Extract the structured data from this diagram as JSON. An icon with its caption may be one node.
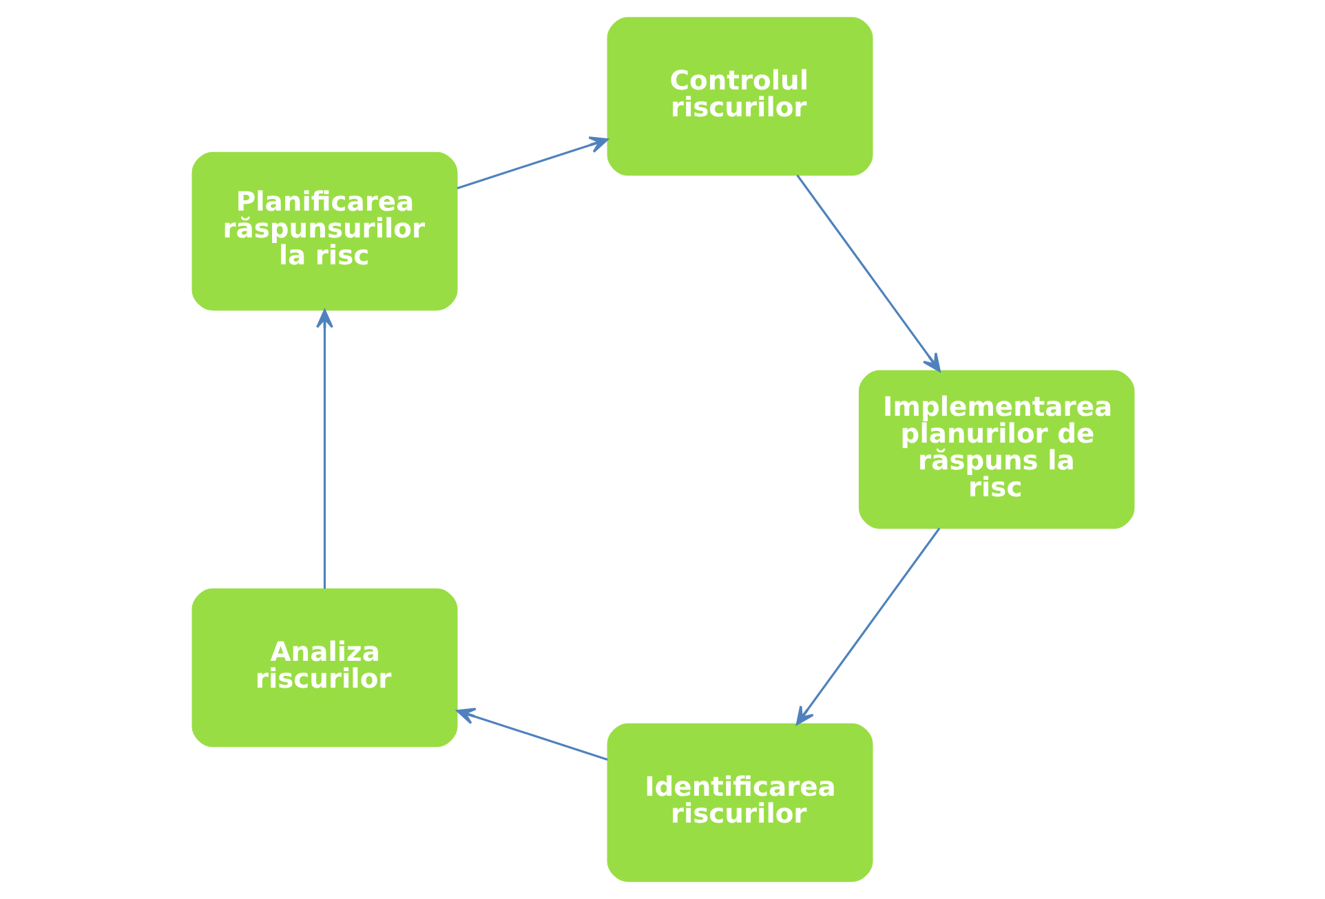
{
  "diagram": {
    "nodes": [
      {
        "text": [
          "Identificarea riscurilor"
        ]
      },
      {
        "text": [
          "Analiza riscurilor"
        ]
      },
      {
        "text": [
          "Planificarea răspunsurilor la risc"
        ]
      },
      {
        "text": [
          "Controlul riscurilor"
        ]
      },
      {
        "text": [
          "Implementarea planurilor de răspuns la risc"
        ]
      }
    ],
    "edges": [
      {
        "from": 0,
        "to": 1,
        "arrow": "to"
      },
      {
        "from": 1,
        "to": 2,
        "arrow": "to"
      },
      {
        "from": 2,
        "to": 3,
        "arrow": "to"
      },
      {
        "from": 3,
        "to": 4,
        "arrow": "to"
      },
      {
        "from": 4,
        "to": 0,
        "arrow": "to"
      }
    ]
  }
}
